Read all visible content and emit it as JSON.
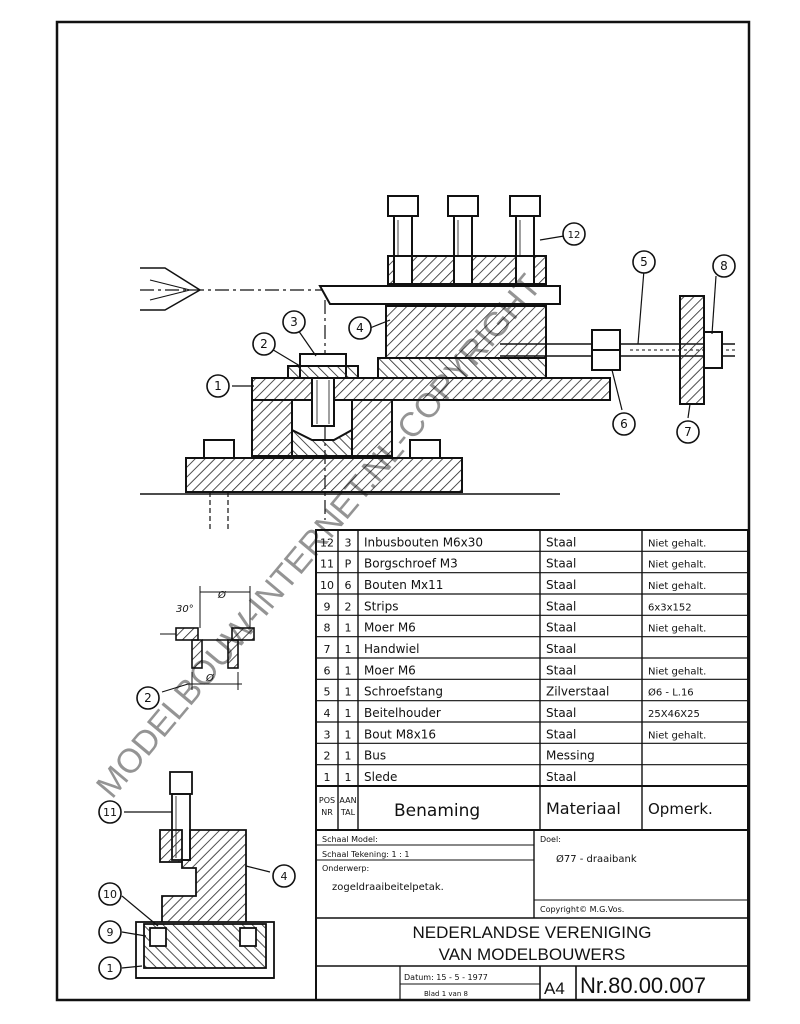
{
  "watermark": "MODELBOUW-INTERNET.NL-COPYRIGHT",
  "callouts": {
    "c1": "1",
    "c2": "2",
    "c3": "3",
    "c4": "4",
    "c5": "5",
    "c6": "6",
    "c7": "7",
    "c8": "8",
    "c9": "9",
    "c10": "10",
    "c11": "11",
    "c12": "12",
    "detail2": "2",
    "s10": "10",
    "s9": "9",
    "s1": "1",
    "s11": "11",
    "s4": "4"
  },
  "dims": {
    "d1": "Ø",
    "d2": "30°",
    "d3": "Ø"
  },
  "parts": [
    {
      "pos": "12",
      "qty": "3",
      "name": "Inbusbouten M6x30",
      "material": "Staal",
      "finish": "Niet gehalt."
    },
    {
      "pos": "11",
      "qty": "P",
      "name": "Borgschroef M3",
      "material": "Staal",
      "finish": "Niet gehalt."
    },
    {
      "pos": "10",
      "qty": "6",
      "name": "Bouten Mx11",
      "material": "Staal",
      "finish": "Niet gehalt."
    },
    {
      "pos": "9",
      "qty": "2",
      "name": "Strips",
      "material": "Staal",
      "finish": "6x3x152"
    },
    {
      "pos": "8",
      "qty": "1",
      "name": "Moer M6",
      "material": "Staal",
      "finish": "Niet gehalt."
    },
    {
      "pos": "7",
      "qty": "1",
      "name": "Handwiel",
      "material": "Staal",
      "finish": ""
    },
    {
      "pos": "6",
      "qty": "1",
      "name": "Moer M6",
      "material": "Staal",
      "finish": "Niet gehalt."
    },
    {
      "pos": "5",
      "qty": "1",
      "name": "Schroefstang",
      "material": "Zilverstaal",
      "finish": "Ø6 - L.16"
    },
    {
      "pos": "4",
      "qty": "1",
      "name": "Beitelhouder",
      "material": "Staal",
      "finish": "25X46X25"
    },
    {
      "pos": "3",
      "qty": "1",
      "name": "Bout M8x16",
      "material": "Staal",
      "finish": "Niet gehalt."
    },
    {
      "pos": "2",
      "qty": "1",
      "name": "Bus",
      "material": "Messing",
      "finish": ""
    },
    {
      "pos": "1",
      "qty": "1",
      "name": "Slede",
      "material": "Staal",
      "finish": ""
    }
  ],
  "header": {
    "pos_line1": "POS",
    "pos_line2": "NR",
    "qty_line1": "AAN",
    "qty_line2": "TAL",
    "name": "Benaming",
    "material": "Materiaal",
    "finish": "Opmerk."
  },
  "titleblock": {
    "schaal_model": "Schaal Model:",
    "schaal_tekening": "Schaal Tekening: 1 : 1",
    "onderwerp_label": "Onderwerp:",
    "onderwerp": "zogeldraaibeitelpetak.",
    "doel_label": "Doel:",
    "doel": "Ø77 - draaibank",
    "copyright": "Copyright© M.G.Vos.",
    "org_line1": "NEDERLANDSE VERENIGING",
    "org_line2": "VAN MODELBOUWERS",
    "datum": "Datum: 15 - 5 - 1977",
    "blad": "Blad 1 van 8",
    "format": "A4",
    "number": "Nr.80.00.007"
  }
}
